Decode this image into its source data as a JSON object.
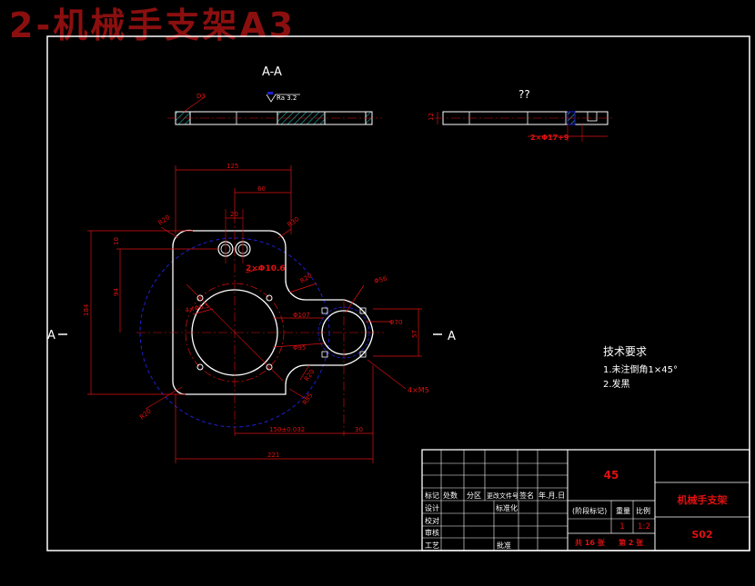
{
  "title": "2-机械手支架A3",
  "views": {
    "section_label": "A-A",
    "side_view_label": "??",
    "cut_marker_left": "A",
    "cut_marker_right": "A"
  },
  "dimensions": {
    "d125": "125",
    "d60": "60",
    "d20": "20",
    "r20a": "R20",
    "r20b": "R20",
    "r20c": "R20",
    "r30": "R30",
    "r35": "R35",
    "d10": "10",
    "d94": "94",
    "d184": "184",
    "hole_pair": "2×Φ10.6",
    "bolt_circle": "4×Φ6.5",
    "d107": "Φ107",
    "d95": "Φ95",
    "d70": "Φ70",
    "d56": "Φ56",
    "d57": "57",
    "d150": "150±0.032",
    "d30": "30",
    "d221": "221",
    "tapped": "4×M5",
    "thick": "12",
    "section_d": "D3",
    "roughness": "Ra 3.2",
    "side_holes": "2×Φ17+9"
  },
  "tech_notes": {
    "heading": "技术要求",
    "line1": "1.未注倒角1×45°",
    "line2": "2.发黑"
  },
  "title_block": {
    "material": "45",
    "part_name": "机械手支架",
    "drawing_no": "S02",
    "row_labels": [
      "标记",
      "设计",
      "校对",
      "审核",
      "工艺"
    ],
    "header_cols": [
      "处数",
      "分区",
      "更改文件号",
      "签名",
      "年.月.日"
    ],
    "standardize": "标准化",
    "approve": "批准",
    "stage_mark": "(阶段标记)",
    "weight_label": "重量",
    "scale_label": "比例",
    "qty": "1",
    "scale": "1:2",
    "sheets_total": "共 16 张",
    "sheet_no": "第 2 张"
  },
  "colors": {
    "background": "#000000",
    "outline": "#ffffff",
    "dimension": "#e01010",
    "hidden_circle": "#2020d0",
    "title": "#8b0f0f",
    "hatch": "#1f9f9f"
  }
}
